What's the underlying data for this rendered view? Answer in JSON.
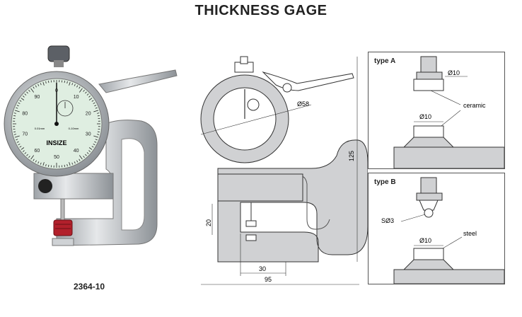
{
  "title": "THICKNESS GAGE",
  "model": "2364-10",
  "dial": {
    "brand": "INSIZE",
    "main_numbers": [
      "0",
      "10",
      "20",
      "30",
      "40",
      "50",
      "60",
      "70",
      "80",
      "90"
    ],
    "small_text_1": "0.01mm",
    "small_text_2": "0-10mm"
  },
  "drawing": {
    "dim_diameter": "Ø58",
    "dim_height": "125",
    "dim_gap": "20",
    "dim_throat": "30",
    "dim_width": "95"
  },
  "type_a": {
    "label": "type A",
    "dia_upper": "Ø10",
    "dia_lower": "Ø10",
    "material": "ceramic"
  },
  "type_b": {
    "label": "type B",
    "sphere": "SØ3",
    "dia": "Ø10",
    "material": "steel"
  }
}
